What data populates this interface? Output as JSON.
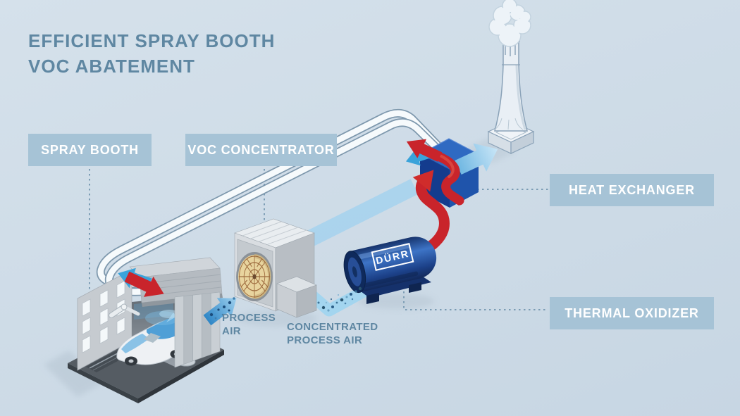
{
  "title": {
    "line1": "EFFICIENT SPRAY BOOTH",
    "line2": "VOC ABATEMENT"
  },
  "labels": {
    "spray_booth": "SPRAY BOOTH",
    "voc_concentrator": "VOC CONCENTRATOR",
    "heat_exchanger": "HEAT EXCHANGER",
    "thermal_oxidizer": "THERMAL OXIDIZER"
  },
  "annotations": {
    "process_air": [
      "PROCESS",
      "AIR"
    ],
    "concentrated_process_air": [
      "CONCENTRATED",
      "PROCESS AIR"
    ]
  },
  "machines": {
    "thermal_oxidizer_logo": "DÜRR"
  },
  "colors": {
    "background": "#d5e1eb",
    "background_bottom": "#c7d6e3",
    "title_text": "#5f87a2",
    "label_background": "#a6c3d6",
    "label_text": "#ffffff",
    "annotation_text": "#5f87a2",
    "hot_flow_red": "#c9242b",
    "clean_air_blue": "#a9d3ed",
    "process_air_blue": "#2e86c6",
    "machine_dark_blue": "#1d4796",
    "leader_line": "#7b9cb4"
  }
}
